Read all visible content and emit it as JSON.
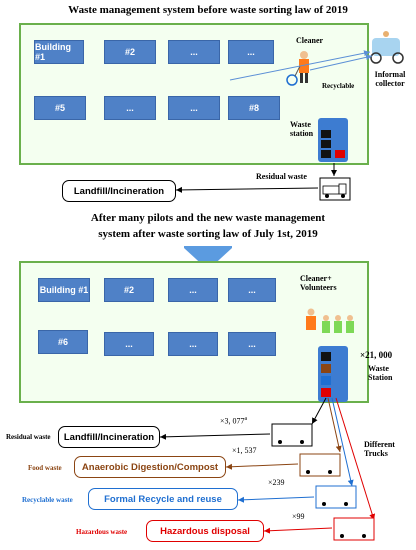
{
  "top": {
    "title": "Waste management system before waste sorting law of 2019",
    "buildings": [
      "Building #1",
      "#2",
      "...",
      "...",
      "#5",
      "...",
      "...",
      "#8"
    ],
    "cleaner_label": "Cleaner",
    "recyclable_label": "Recyclable",
    "informal_collector_label": "Informal collector",
    "waste_station_label": "Waste station",
    "residual_waste_label": "Residual waste",
    "landfill_label": "Landfill/Incineration"
  },
  "middle": {
    "title_line1": "After many pilots and the new waste management",
    "title_line2": "system after waste sorting law of July 1st, 2019"
  },
  "bottom": {
    "buildings": [
      "Building #1",
      "#2",
      "...",
      "...",
      "#6",
      "...",
      "...",
      "..."
    ],
    "cleaner_volunteers_label": "Cleaner+ Volunteers",
    "station_count": "×21, 000",
    "waste_station_label": "Waste Station",
    "different_trucks_label": "Different Trucks",
    "flows": [
      {
        "category": "Residual waste",
        "destination": "Landfill/Incineration",
        "count": "×3, 077",
        "count_sup": "a",
        "color": "#000000"
      },
      {
        "category": "Food waste",
        "destination": "Anaerobic Digestion/Compost",
        "count": "×1, 537",
        "count_sup": "",
        "color": "#8b4513"
      },
      {
        "category": "Recyclable waste",
        "destination": "Formal Recycle and reuse",
        "count": "×239",
        "count_sup": "",
        "color": "#1f6fd1"
      },
      {
        "category": "Hazardous waste",
        "destination": "Hazardous disposal",
        "count": "×99",
        "count_sup": "",
        "color": "#e00000"
      }
    ]
  },
  "colors": {
    "panel_border": "#6ab04c",
    "panel_fill": "#f4fff0",
    "building": "#4f81c7",
    "arrow_blue": "#5b8fd6",
    "station_blue": "#3d7cd1"
  }
}
